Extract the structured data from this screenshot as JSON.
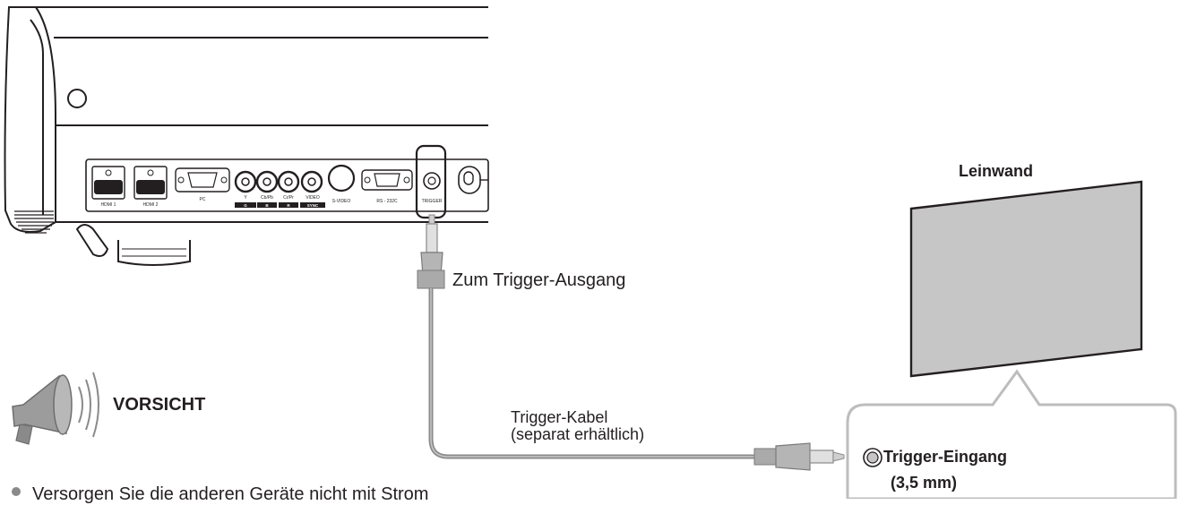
{
  "projector": {
    "ports": {
      "hdmi1": "HDMI 1",
      "hdmi2": "HDMI 2",
      "pc": "PC",
      "comp_y": "Y",
      "comp_cb": "Cb/Pb",
      "comp_cr": "Cr/Pr",
      "video": "VIDEO",
      "svideo": "S-VIDEO",
      "rs232c": "RS - 232C",
      "trigger": "TRIGGER"
    },
    "port_sublabels": {
      "g": "G",
      "b": "B",
      "r": "R",
      "sync": "SYNC"
    }
  },
  "labels": {
    "screen": "Leinwand",
    "trigger_out": "Zum Trigger-Ausgang",
    "cable_line1": "Trigger-Kabel",
    "cable_line2": "(separat erhältlich)",
    "trigger_in_line1": "Trigger-Eingang",
    "trigger_in_line2": "(3,5 mm)",
    "caution": "VORSICHT",
    "bullet_text": "Versorgen Sie die anderen Geräte nicht mit Strom"
  },
  "colors": {
    "outline": "#231f20",
    "screen_fill": "#c7c6c6",
    "callout_stroke": "#bdbdbd",
    "cable": "#8a8a8a",
    "port_strip": "#231f20"
  },
  "icons": {
    "caution": "megaphone-icon",
    "trigger_jack": "jack-icon"
  }
}
